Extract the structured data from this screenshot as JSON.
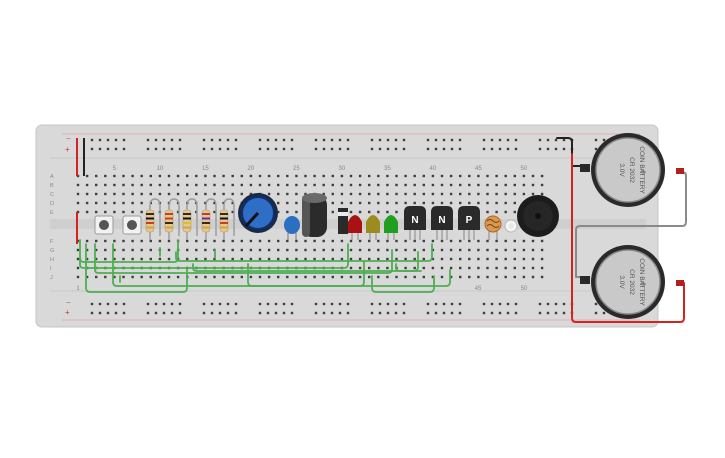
{
  "rails": {
    "minus": "−",
    "plus": "+"
  },
  "column_numbers": [
    "5",
    "10",
    "15",
    "20",
    "25",
    "30",
    "35",
    "40",
    "45",
    "50"
  ],
  "column_numbers_bottom": [
    "1",
    "45",
    "50"
  ],
  "row_letters_top": [
    "A",
    "B",
    "C",
    "D",
    "E"
  ],
  "row_letters_bottom": [
    "F",
    "G",
    "H",
    "I",
    "J"
  ],
  "transistors": [
    {
      "label": "N"
    },
    {
      "label": "N"
    },
    {
      "label": "P"
    }
  ],
  "batteries": [
    {
      "line1": "COIN BATTERY",
      "line2": "CR 2032",
      "line3": "3.0V"
    },
    {
      "line1": "COIN BATTERY",
      "line2": "CR 2032",
      "line3": "3.0V"
    }
  ],
  "colors": {
    "board": "#d8d8d8",
    "board_edge": "#c4c4c4",
    "hole": "#3a3a3a",
    "rail_red": "#d32222",
    "rail_black": "#222222",
    "wire_green": "#4caf50",
    "wire_red": "#e02020",
    "wire_gray": "#8a8a8a",
    "led_red": "#b01010",
    "led_yellow": "#a09020",
    "led_green": "#20a020",
    "pot_blue": "#1f4fa0",
    "cap_blue": "#2a6fc0"
  }
}
